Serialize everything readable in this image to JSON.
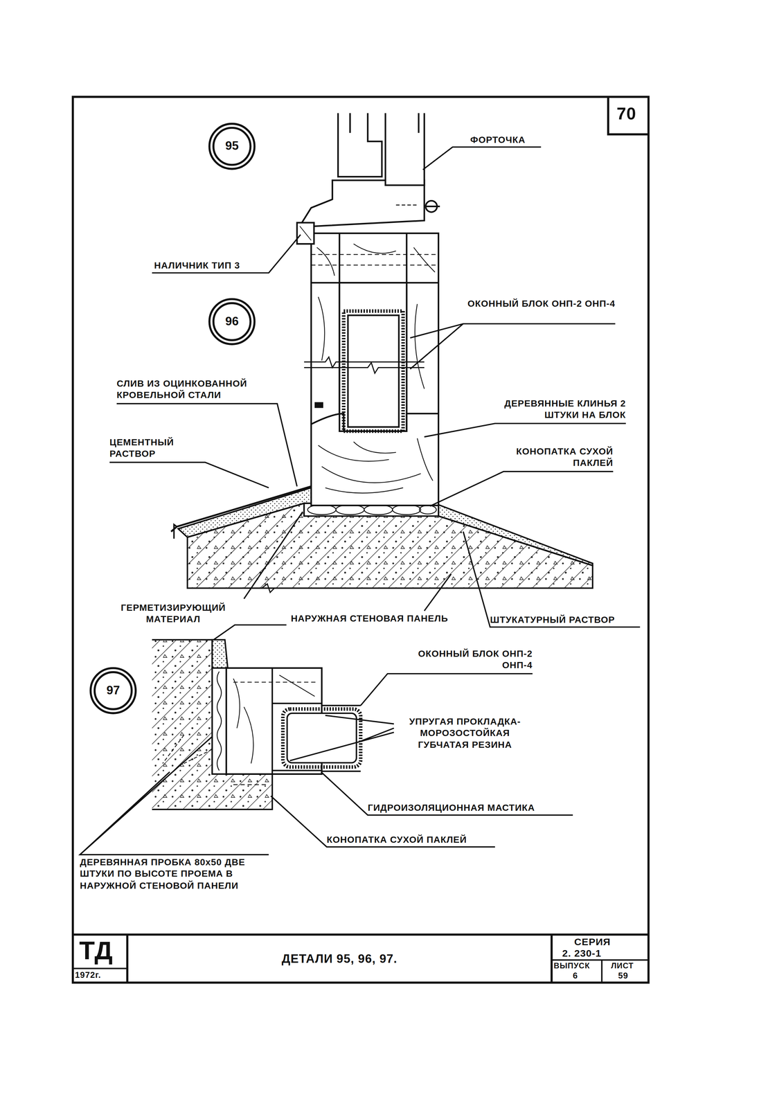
{
  "diagram": {
    "title": "ДЕТАЛИ 95, 96, 97.",
    "nodes": [
      {
        "text": [
          "95"
        ]
      },
      {
        "text": [
          "96"
        ]
      },
      {
        "text": [
          "97"
        ]
      }
    ],
    "labels": [
      "ФОРТОЧКА",
      "НАЛИЧНИК ТИП 3",
      "ОКОННЫЙ БЛОК ОНП-2 ОНП-4",
      "СЛИВ ИЗ ОЦИНКОВАННОЙ КРОВЕЛЬНОЙ СТАЛИ",
      "ДЕРЕВЯННЫЕ КЛИНЬЯ 2 ШТУКИ НА БЛОК",
      "ЦЕМЕНТНЫЙ РАСТВОР",
      "КОНОПАТКА СУХОЙ ПАКЛЕЙ",
      "ГЕРМЕТИЗИРУЮЩИЙ МАТЕРИАЛ",
      "НАРУЖНАЯ СТЕНОВАЯ ПАНЕЛЬ",
      "ШТУКАТУРНЫЙ РАСТВОР",
      "ОКОННЫЙ БЛОК ОНП-2 ОНП-4",
      "УПРУГАЯ ПРОКЛАДКА- МОРОЗОСТОЙКАЯ ГУБЧАТАЯ РЕЗИНА",
      "ГИДРОИЗОЛЯЦИОННАЯ МАСТИКА",
      "КОНОПАТКА СУХОЙ ПАКЛЕЙ",
      "ДЕРЕВЯННАЯ ПРОБКА 80х50 ДВЕ ШТУКИ ПО ВЫСОТЕ ПРОЕМА В НАРУЖНОЙ СТЕНОВОЙ ПАНЕЛИ",
      "70",
      "ТД",
      "1972г.",
      "СЕРИЯ",
      "2. 230-1",
      "ВЫПУСК",
      "6",
      "ЛИСТ",
      "59"
    ]
  }
}
